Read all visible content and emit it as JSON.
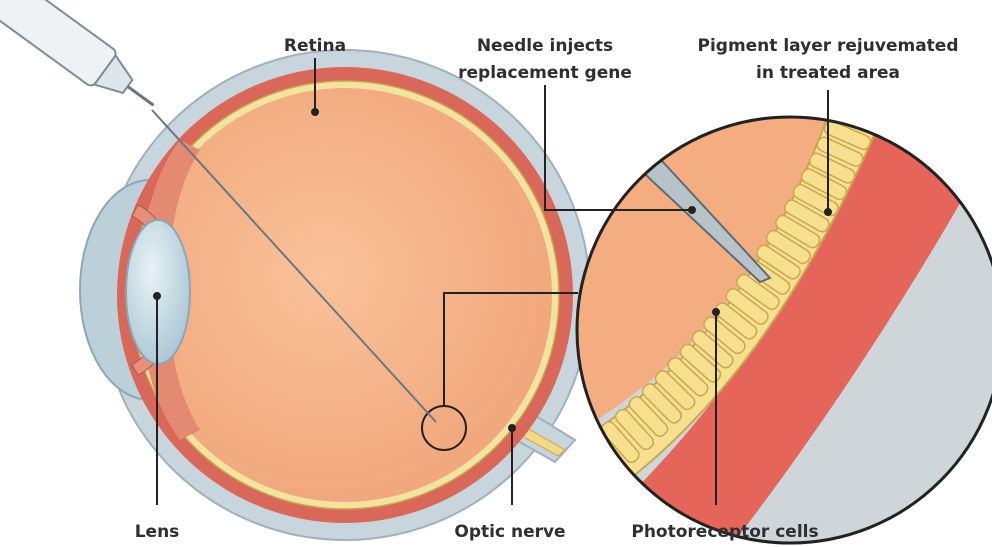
{
  "labels": {
    "retina": "Retina",
    "needle_line1": "Needle injects",
    "needle_line2": "replacement gene",
    "pigment_line1": "Pigment layer rejuvemated",
    "pigment_line2": "in treated area",
    "lens": "Lens",
    "optic_nerve": "Optic nerve",
    "photoreceptor": "Photoreceptor cells"
  },
  "colors": {
    "vitreous": "#f7b589",
    "choroid": "#e06a52",
    "sclera": "#cfd9de",
    "cell_fill": "#f8df90",
    "cell_stroke": "#c9a74e",
    "lens": "#cde1ea",
    "leader": "#222222"
  }
}
